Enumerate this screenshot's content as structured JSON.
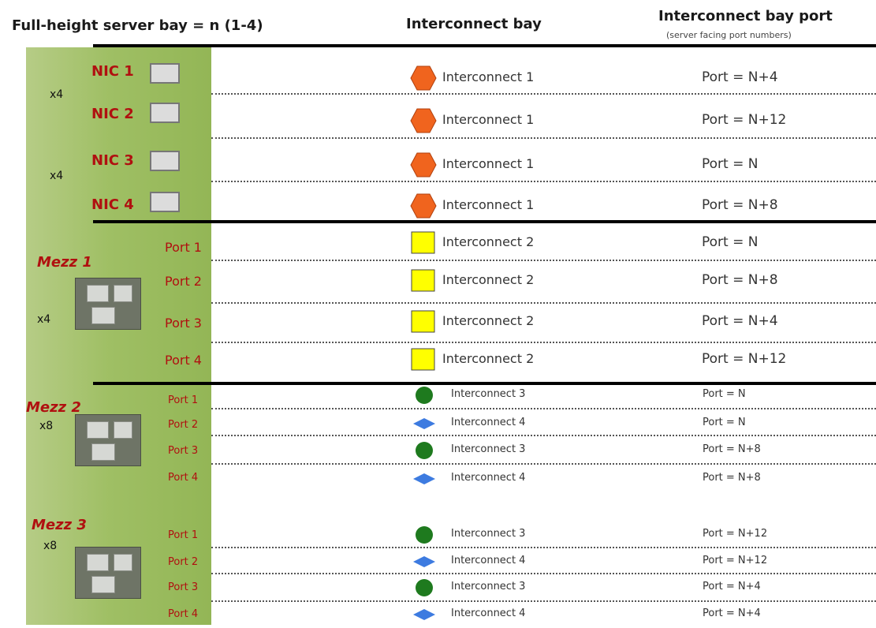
{
  "headers": {
    "server_bay": "Full-height server bay = n (1-4)",
    "interconnect_bay": "Interconnect bay",
    "interconnect_port": "Interconnect bay port",
    "interconnect_port_sub": "(server facing port numbers)"
  },
  "left": {
    "nic_count_1": "x4",
    "nic_count_2": "x4",
    "nics": [
      "NIC 1",
      "NIC 2",
      "NIC 3",
      "NIC 4"
    ],
    "mezz1": {
      "label": "Mezz 1",
      "count": "x4",
      "ports": [
        "Port 1",
        "Port 2",
        "Port 3",
        "Port 4"
      ]
    },
    "mezz2": {
      "label": "Mezz 2",
      "count": "x8",
      "ports": [
        "Port 1",
        "Port 2",
        "Port 3",
        "Port 4"
      ]
    },
    "mezz3": {
      "label": "Mezz 3",
      "count": "x8",
      "ports": [
        "Port 1",
        "Port 2",
        "Port 3",
        "Port 4"
      ]
    }
  },
  "shape_colors": {
    "orange_hexagon": "#f0641e",
    "yellow_square": "#ffff00",
    "green_circle": "#1e7a1e",
    "blue_diamond": "#3d7be0"
  },
  "rows": [
    {
      "interconnect": "Interconnect 1",
      "port": "Port = N+4",
      "shape": "hexagon"
    },
    {
      "interconnect": "Interconnect 1",
      "port": "Port = N+12",
      "shape": "hexagon"
    },
    {
      "interconnect": "Interconnect 1",
      "port": "Port = N",
      "shape": "hexagon"
    },
    {
      "interconnect": "Interconnect 1",
      "port": "Port = N+8",
      "shape": "hexagon"
    },
    {
      "interconnect": "Interconnect 2",
      "port": "Port = N",
      "shape": "square"
    },
    {
      "interconnect": "Interconnect 2",
      "port": "Port = N+8",
      "shape": "square"
    },
    {
      "interconnect": "Interconnect 2",
      "port": "Port = N+4",
      "shape": "square"
    },
    {
      "interconnect": "Interconnect 2",
      "port": "Port = N+12",
      "shape": "square"
    },
    {
      "interconnect": "Interconnect 3",
      "port": "Port = N",
      "shape": "circle"
    },
    {
      "interconnect": "Interconnect 4",
      "port": "Port = N",
      "shape": "diamond"
    },
    {
      "interconnect": "Interconnect 3",
      "port": "Port = N+8",
      "shape": "circle"
    },
    {
      "interconnect": "Interconnect 4",
      "port": "Port = N+8",
      "shape": "diamond"
    },
    {
      "interconnect": "Interconnect 3",
      "port": "Port = N+12",
      "shape": "circle"
    },
    {
      "interconnect": "Interconnect 4",
      "port": "Port = N+12",
      "shape": "diamond"
    },
    {
      "interconnect": "Interconnect 3",
      "port": "Port = N+4",
      "shape": "circle"
    },
    {
      "interconnect": "Interconnect 4",
      "port": "Port = N+4",
      "shape": "diamond"
    }
  ]
}
